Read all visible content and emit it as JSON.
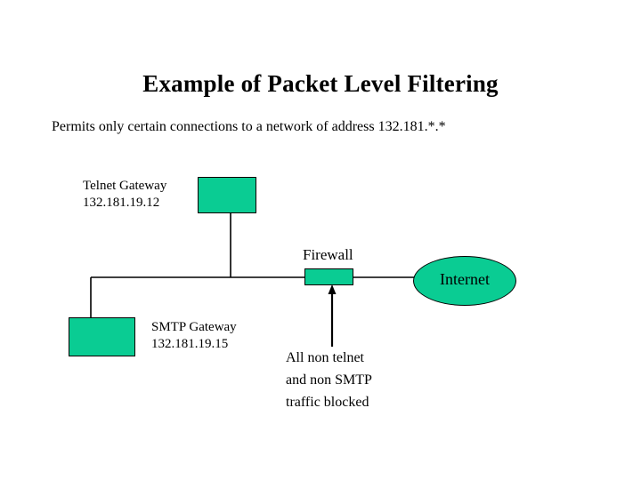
{
  "slide": {
    "title": "Example of Packet Level Filtering",
    "subtitle": "Permits only certain connections to a network of address 132.181.*.*",
    "background_color": "#FFFFFF",
    "text_color": "#000000"
  },
  "diagram": {
    "node_fill_color": "#0ACC93",
    "node_border_color": "#000000",
    "line_color": "#000000",
    "nodes": {
      "telnet_gateway": {
        "label_line1": "Telnet Gateway",
        "label_line2": "132.181.19.12",
        "shape": "rectangle"
      },
      "smtp_gateway": {
        "label_line1": "SMTP Gateway",
        "label_line2": "132.181.19.15",
        "shape": "rectangle"
      },
      "firewall": {
        "label": "Firewall",
        "shape": "rectangle"
      },
      "internet": {
        "label": "Internet",
        "shape": "ellipse"
      }
    },
    "annotations": {
      "blocked_traffic_line1": "All non telnet",
      "blocked_traffic_line2": "and non SMTP",
      "blocked_traffic_line3": "traffic blocked"
    }
  }
}
